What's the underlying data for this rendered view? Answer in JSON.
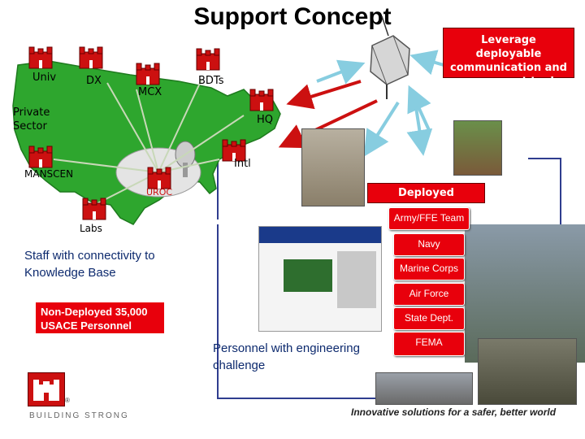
{
  "title": "Support Concept",
  "callout": {
    "leverage": "Leverage deployable communication and assessment tools"
  },
  "map": {
    "nodes": {
      "univ": "Univ",
      "dx": "DX",
      "mcx": "MCX",
      "bdts": "BDTs",
      "private_sector": "Private Sector",
      "hq": "HQ",
      "intl": "Intl",
      "manscen": "MANSCEN",
      "uroc": "UROC",
      "labs": "Labs"
    }
  },
  "deployed": {
    "header": "Deployed Personnel",
    "items": [
      "Army/FFE Team",
      "Navy",
      "Marine Corps",
      "Air Force",
      "State Dept.",
      "FEMA"
    ]
  },
  "staff_text": "Staff with connectivity to Knowledge Base",
  "non_deployed": "Non-Deployed 35,000 USACE Personnel",
  "personnel_text": "Personnel with engineering challenge",
  "footer": {
    "building_strong": "BUILDING STRONG",
    "registered": "®",
    "innovative": "Innovative solutions for a safer, better world"
  },
  "colors": {
    "usace_red": "#e8000c",
    "map_green": "#2ea62e",
    "loop_blue": "#2f3d8f",
    "arrow_cyan": "#87cde0",
    "arrow_red": "#cc1010"
  }
}
